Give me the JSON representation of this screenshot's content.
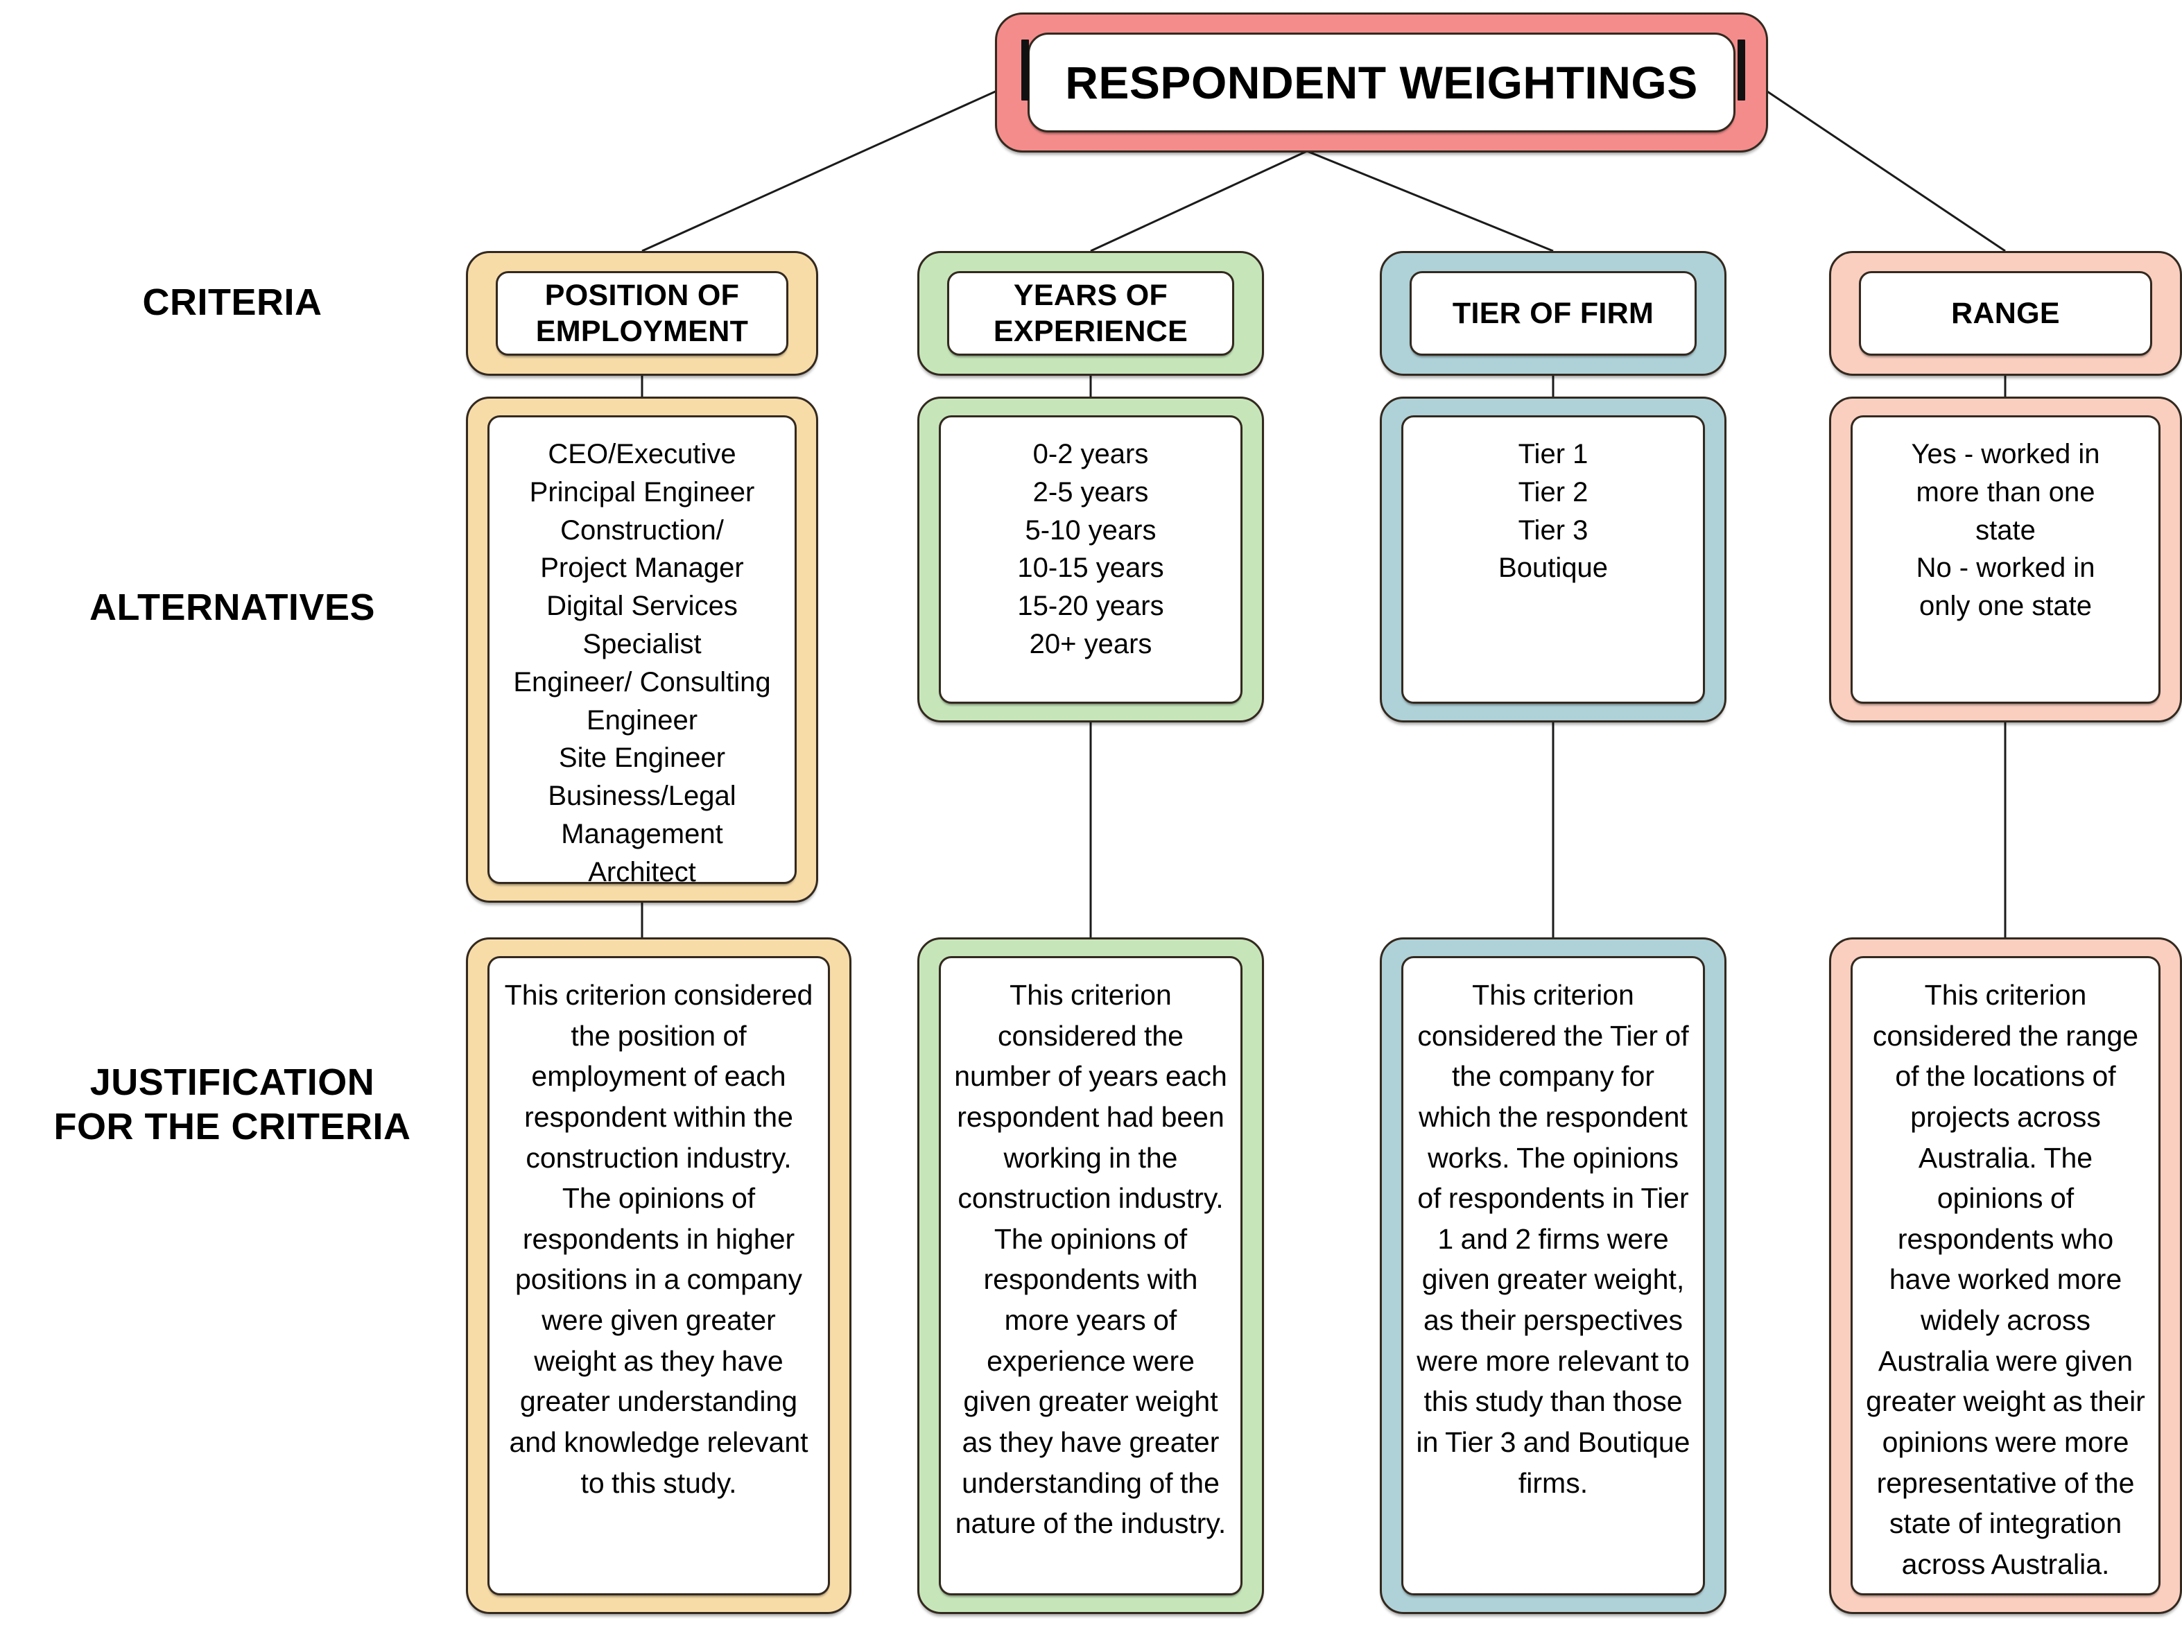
{
  "diagram": {
    "title": "RESPONDENT WEIGHTINGS",
    "row_labels": {
      "criteria": "CRITERIA",
      "alternatives": "ALTERNATIVES",
      "justification_line1": "JUSTIFICATION",
      "justification_line2": "FOR THE CRITERIA"
    },
    "colors": {
      "root": "#F58C8C",
      "column1": "#F7DCA8",
      "column2": "#C6E6BA",
      "column3": "#AFD1D8",
      "column4": "#FACFC0",
      "outline": "#33291F",
      "panel_background": "#FFFFFF"
    }
  },
  "columns": [
    {
      "criterion_line1": "POSITION OF",
      "criterion_line2": "EMPLOYMENT",
      "alternatives": [
        "CEO/Executive",
        "Principal Engineer",
        "Construction/",
        "Project Manager",
        "Digital Services",
        "Specialist",
        "Engineer/ Consulting",
        "Engineer",
        "Site Engineer",
        "Business/Legal",
        "Management",
        "Architect"
      ],
      "justification": "This criterion considered the position of employment of each respondent within the construction industry. The opinions of respondents in higher positions in a company were given greater weight as they have greater understanding and knowledge relevant to this study."
    },
    {
      "criterion_line1": "YEARS OF",
      "criterion_line2": "EXPERIENCE",
      "alternatives": [
        "0-2 years",
        "2-5 years",
        "5-10 years",
        "10-15 years",
        "15-20 years",
        "20+ years"
      ],
      "justification": "This criterion considered the number of years each respondent had been working in the construction industry. The opinions of respondents with more years of experience were given greater weight as they have greater understanding of the nature of the industry."
    },
    {
      "criterion_line1": "TIER OF FIRM",
      "criterion_line2": "",
      "alternatives": [
        "Tier 1",
        "Tier 2",
        "Tier 3",
        "Boutique"
      ],
      "justification": "This criterion considered the Tier of the company for which the respondent works. The opinions of respondents in Tier 1 and 2 firms were given greater weight, as their perspectives were more relevant to this study than those in Tier 3 and Boutique firms."
    },
    {
      "criterion_line1": "RANGE",
      "criterion_line2": "",
      "alternatives": [
        "Yes - worked in",
        "more than one",
        "state",
        "No - worked in",
        "only one state"
      ],
      "justification": "This criterion considered the range of the locations of projects across Australia. The opinions of respondents who have worked more widely across Australia were given greater weight as their opinions were more representative of the state of integration across Australia."
    }
  ]
}
